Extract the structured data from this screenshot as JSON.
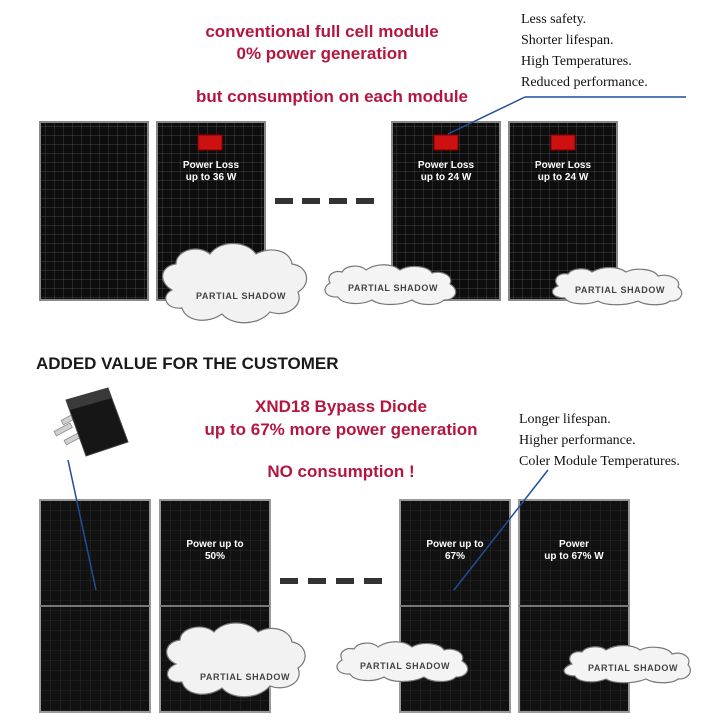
{
  "top": {
    "title_line1": "conventional full cell module",
    "title_line2": "0% power generation",
    "title_line3": "but consumption on each module",
    "notes": [
      "Less safety.",
      "Shorter lifespan.",
      "High Temperatures.",
      "Reduced performance."
    ],
    "panels": [
      {
        "label": ""
      },
      {
        "label_line1": "Power Loss",
        "label_line2": "up to 36 W"
      },
      {
        "label_line1": "Power Loss",
        "label_line2": "up to 24 W"
      },
      {
        "label_line1": "Power Loss",
        "label_line2": "up to 24 W"
      }
    ],
    "shadows": [
      "PARTIAL SHADOW",
      "PARTIAL SHADOW",
      "PARTIAL SHADOW"
    ]
  },
  "section_heading": "ADDED VALUE FOR THE CUSTOMER",
  "bottom": {
    "title_line1": "XND18 Bypass Diode",
    "title_line2": "up to 67% more power generation",
    "title_line3": "NO consumption !",
    "notes": [
      "Longer lifespan.",
      "Higher performance.",
      "Coler Module Temperatures."
    ],
    "panels": [
      {
        "label": ""
      },
      {
        "label_line1": "Power up to",
        "label_line2": "50%"
      },
      {
        "label_line1": "Power up to",
        "label_line2": "67%"
      },
      {
        "label_line1": "Power",
        "label_line2": "up to 67% W"
      }
    ],
    "shadows": [
      "PARTIAL SHADOW",
      "PARTIAL SHADOW",
      "PARTIAL SHADOW"
    ]
  },
  "colors": {
    "title_red": "#b5163f",
    "pointer_blue": "#1f4e9a",
    "panel_dark": "#0d0d0d",
    "hotspot_red": "#cc1111"
  }
}
